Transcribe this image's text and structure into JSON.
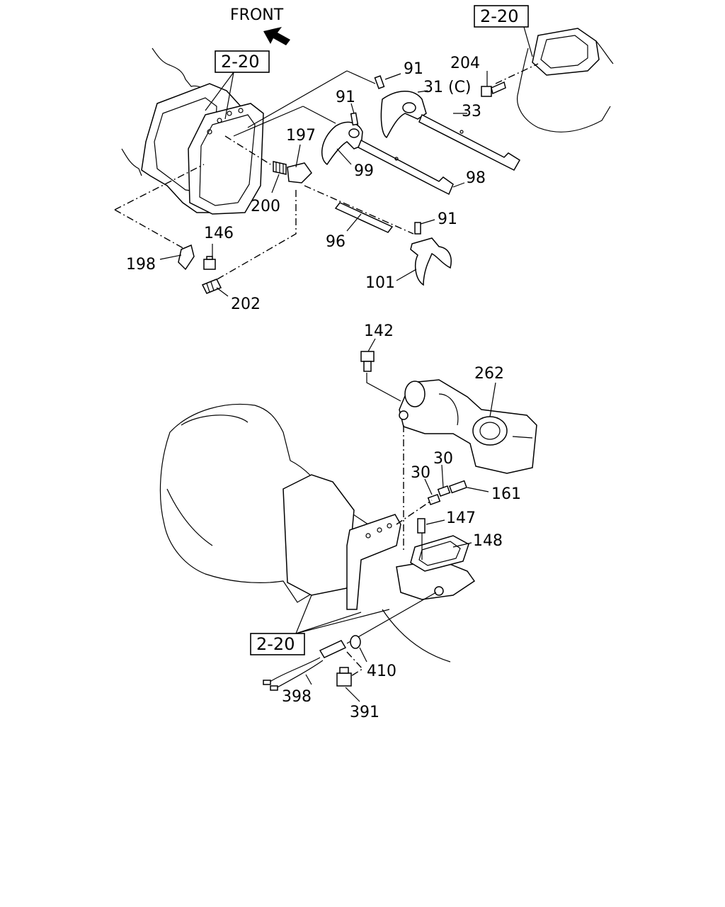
{
  "front_label": "FRONT",
  "reference_boxes": [
    "2-20",
    "2-20",
    "2-20"
  ],
  "callouts": {
    "c91a": "91",
    "c31c": "31 (C)",
    "c204": "204",
    "c33": "33",
    "c91b": "91",
    "c197": "197",
    "c99": "99",
    "c98": "98",
    "c200": "200",
    "c146": "146",
    "c96": "96",
    "c91c": "91",
    "c198": "198",
    "c101": "101",
    "c202": "202",
    "c142": "142",
    "c262": "262",
    "c30a": "30",
    "c30b": "30",
    "c161": "161",
    "c147": "147",
    "c148": "148",
    "c410": "410",
    "c398": "398",
    "c391": "391"
  },
  "icons": {
    "front_arrow": "arrow-left-up-icon"
  }
}
